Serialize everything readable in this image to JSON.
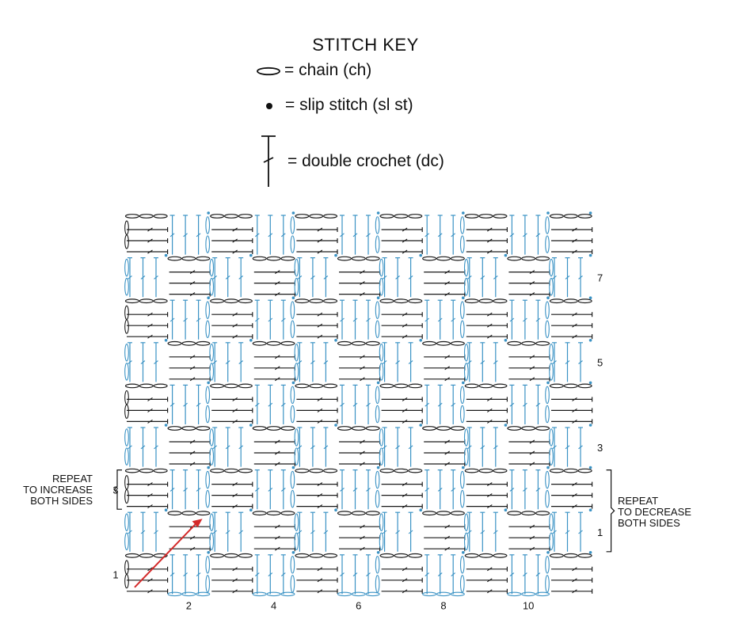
{
  "stitch_key": {
    "title": "STITCH KEY",
    "items": [
      {
        "symbol": "chain-icon",
        "label": "= chain (ch)"
      },
      {
        "symbol": "slip-stitch-icon",
        "label": "= slip stitch (sl st)"
      },
      {
        "symbol": "double-crochet-icon",
        "label": "= double crochet (dc)"
      }
    ]
  },
  "chart": {
    "blocks_per_row": 11,
    "block_rows": 9,
    "right_row_labels": [
      "1",
      "3",
      "5",
      "7"
    ],
    "left_row_labels": [
      "1",
      "3"
    ],
    "bottom_labels": [
      "2",
      "4",
      "6",
      "8",
      "10"
    ],
    "repeat_increase": [
      "REPEAT",
      "TO INCREASE",
      "BOTH SIDES"
    ],
    "repeat_decrease": [
      "REPEAT",
      "TO DECREASE",
      "BOTH SIDES"
    ],
    "colors": {
      "black": "#1a1a1a",
      "blue": "#3a92c4",
      "arrow": "#d42a2a"
    }
  }
}
